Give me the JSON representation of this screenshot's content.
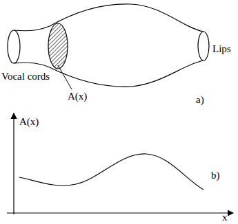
{
  "diagram": {
    "labels": [
      "Vocal cords",
      "Lips",
      "A(x)",
      "a)",
      "A(x)",
      "b)",
      "x"
    ]
  }
}
